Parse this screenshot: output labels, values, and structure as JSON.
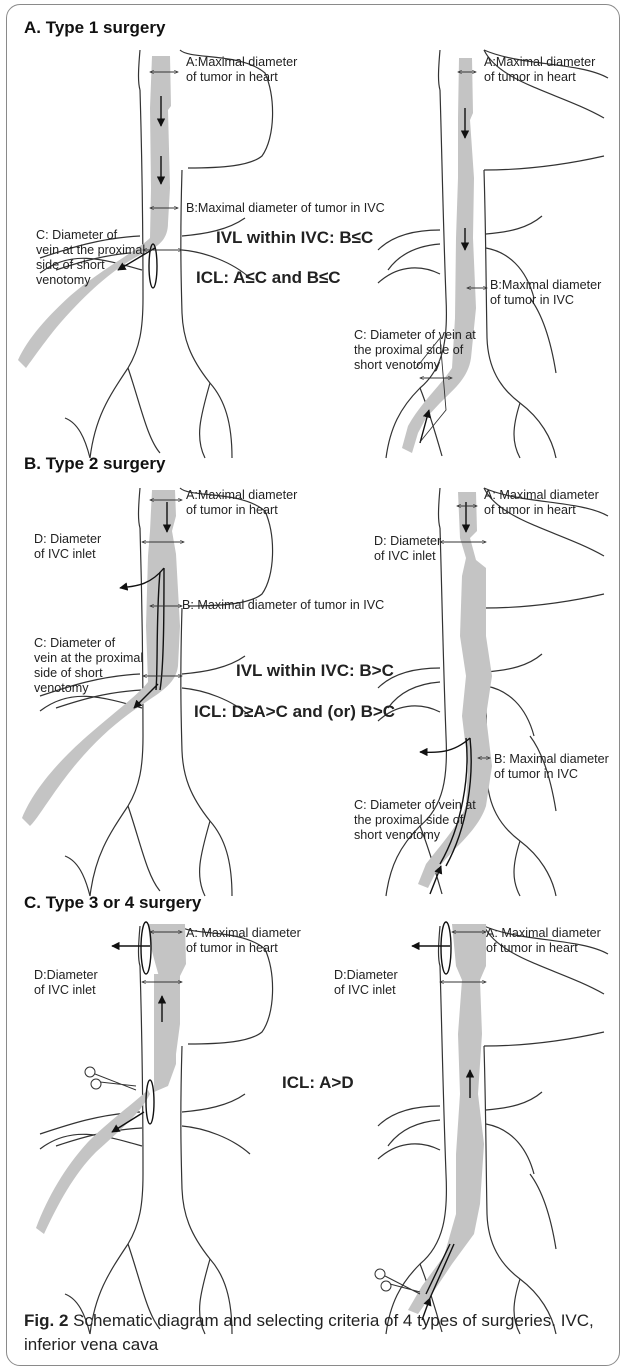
{
  "sections": {
    "a": {
      "title": "A. Type 1 surgery",
      "left": {
        "a": "A:Maximal diameter\nof tumor in heart",
        "b": "B:Maximal diameter of tumor in IVC",
        "c": "C: Diameter of\nvein at the proximal\nside of short\nvenotomy"
      },
      "right": {
        "a": "A:Maximal diameter\nof tumor in heart",
        "b": "B:Maximal diameter\nof tumor in IVC",
        "c": "C: Diameter of vein at\nthe proximal side of\nshort venotomy"
      },
      "criteria": [
        "IVL within IVC: B≤C",
        "ICL: A≤C and  B≤C"
      ]
    },
    "b": {
      "title": "B. Type 2 surgery",
      "left": {
        "a": "A:Maximal diameter\nof tumor in heart",
        "d": "D: Diameter\nof IVC inlet",
        "b": "B: Maximal diameter of tumor in IVC",
        "c": "C: Diameter of\nvein at the proximal\nside of short\nvenotomy"
      },
      "right": {
        "a": "A: Maximal diameter\nof tumor in heart",
        "d": "D: Diameter\nof IVC inlet",
        "b": "B: Maximal diameter\nof tumor in IVC",
        "c": "C: Diameter of vein at\nthe proximal side of\nshort venotomy"
      },
      "criteria": [
        "IVL within IVC: B>C",
        "ICL: D≥A>C and (or) B>C"
      ]
    },
    "c": {
      "title": "C. Type 3 or 4 surgery",
      "left": {
        "a": "A: Maximal diameter\nof tumor in heart",
        "d": "D:Diameter\nof IVC inlet"
      },
      "right": {
        "a": "A: Maximal diameter\nof tumor in heart",
        "d": "D:Diameter\nof IVC inlet"
      },
      "criteria": [
        "ICL: A>D"
      ]
    }
  },
  "caption": {
    "label": "Fig. 2",
    "text": " Schematic diagram and selecting criteria of 4 types of surgeries. IVC, inferior vena cava"
  },
  "colors": {
    "tumor": "#c4c4c4",
    "line": "#333333",
    "frame": "#8a8a8a"
  }
}
